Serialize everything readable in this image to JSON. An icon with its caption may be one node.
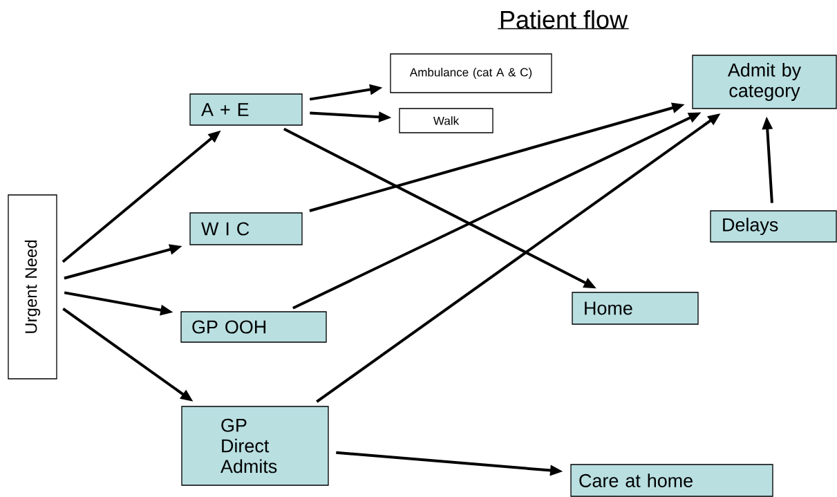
{
  "diagram": {
    "title": "Patient flow",
    "nodes": [
      {
        "text": [
          "Urgent Need"
        ]
      },
      {
        "text": [
          "A + E"
        ]
      },
      {
        "text": [
          "Ambulance (cat A & C)"
        ]
      },
      {
        "text": [
          "Walk"
        ]
      },
      {
        "text": [
          "Admit by category"
        ]
      },
      {
        "text": [
          "W I C"
        ]
      },
      {
        "text": [
          "Delays"
        ]
      },
      {
        "text": [
          "Home"
        ]
      },
      {
        "text": [
          "GP OOH"
        ]
      },
      {
        "text": [
          "GP Direct Admits"
        ]
      },
      {
        "text": [
          "Care at home"
        ]
      }
    ],
    "edges": [
      {
        "from": 0,
        "to": 1,
        "arrow": "to"
      },
      {
        "from": 0,
        "to": 5,
        "arrow": "to"
      },
      {
        "from": 0,
        "to": 8,
        "arrow": "to"
      },
      {
        "from": 0,
        "to": 9,
        "arrow": "to"
      },
      {
        "from": 1,
        "to": 2,
        "arrow": "to"
      },
      {
        "from": 1,
        "to": 3,
        "arrow": "to"
      },
      {
        "from": 1,
        "to": 7,
        "arrow": "to"
      },
      {
        "from": 5,
        "to": 4,
        "arrow": "to"
      },
      {
        "from": 8,
        "to": 4,
        "arrow": "to"
      },
      {
        "from": 9,
        "to": 4,
        "arrow": "to"
      },
      {
        "from": 6,
        "to": 4,
        "arrow": "to"
      },
      {
        "from": 9,
        "to": 10,
        "arrow": "to"
      }
    ]
  }
}
